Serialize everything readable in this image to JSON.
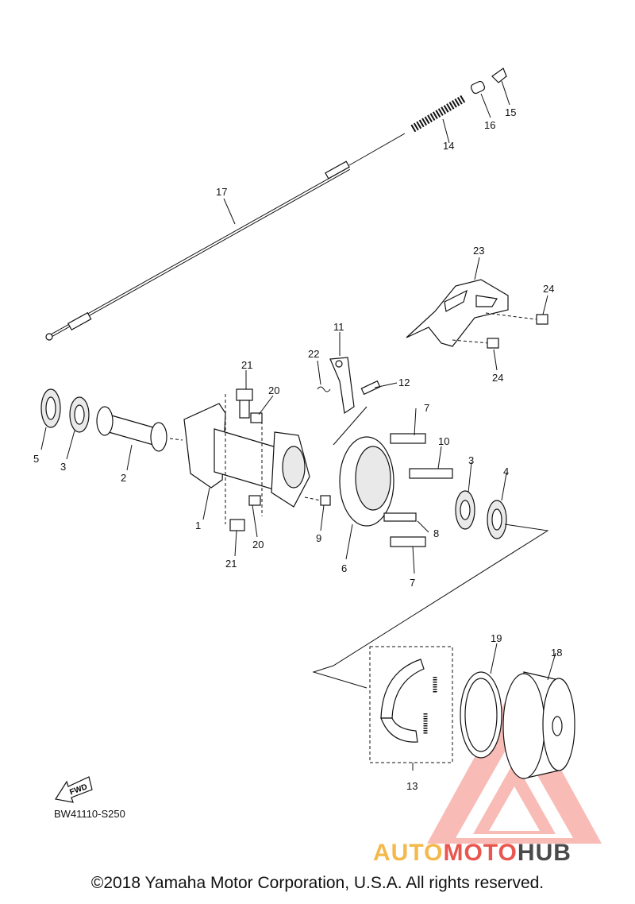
{
  "diagram": {
    "callouts": [
      "1",
      "2",
      "3",
      "3",
      "4",
      "5",
      "6",
      "7",
      "7",
      "8",
      "9",
      "10",
      "11",
      "12",
      "13",
      "14",
      "15",
      "16",
      "17",
      "18",
      "19",
      "20",
      "20",
      "21",
      "21",
      "22",
      "23",
      "24",
      "24"
    ],
    "reference_code": "BW41110-S250",
    "fwd_label": "FWD",
    "copyright": "©2018 Yamaha Motor Corporation, U.S.A. All rights reserved.",
    "watermark": {
      "part1": "AUTO",
      "part2": "MOTO",
      "part3": "HUB",
      "colors": [
        "#f3b94a",
        "#e9564f",
        "#4a4a4a"
      ]
    }
  }
}
